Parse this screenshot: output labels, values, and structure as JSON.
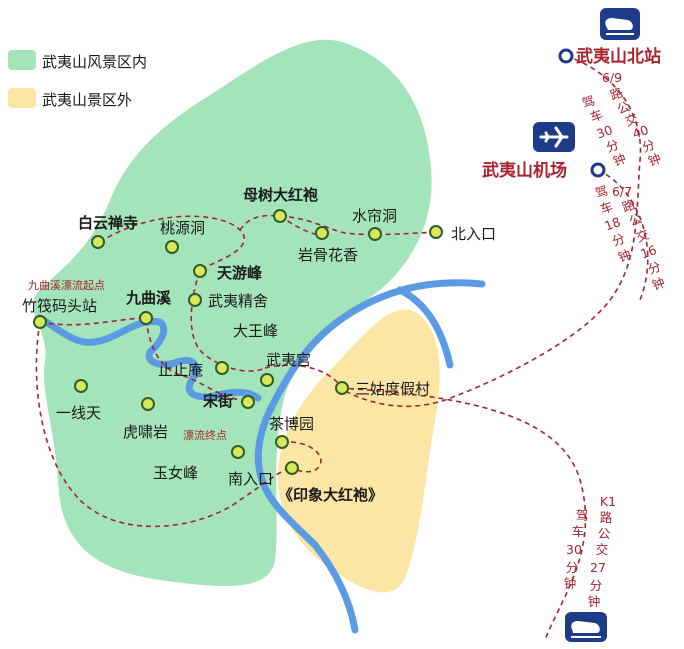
{
  "legend": {
    "inside": {
      "label": "武夷山风景区内",
      "color": "#a4e4bb"
    },
    "outside": {
      "label": "武夷山景区外",
      "color": "#fbe6a6"
    }
  },
  "colors": {
    "river": "#5b9be3",
    "route": "#a8232b",
    "stop_fill": "#d9e85a",
    "stop_ring": "#2f5e2a",
    "hub_ring": "#1e3b8a",
    "icon_bg": "#1e3b8a"
  },
  "hubs": {
    "north_station": "武夷山北站",
    "airport": "武夷山机场"
  },
  "places": {
    "baiyun": "白云禅寺",
    "taoyuan": "桃源洞",
    "mushu": "母树大红袍",
    "shuilian": "水帘洞",
    "beirukou": "北入口",
    "yangu": "岩骨花香",
    "tianyou": "天游峰",
    "jiuqu_start": "九曲溪漂流起点",
    "zhufa": "竹筏码头站",
    "jiuquxi": "九曲溪",
    "wuyijingshe": "武夷精舍",
    "dawang": "大王峰",
    "zhizhi": "止止庵",
    "wuyigong": "武夷宫",
    "sangu": "三姑度假村",
    "yixiantian": "一线天",
    "songjie": "宋街",
    "huxiao": "虎啸岩",
    "piaoliu_end": "漂流终点",
    "chabo": "茶博园",
    "yunv": "玉女峰",
    "nanrukou": "南入口",
    "yinxiang": "《印象大红袍》"
  },
  "routes": {
    "north_station": [
      "6/9",
      "路",
      "公",
      "交",
      "40",
      "分",
      "钟",
      "驾",
      "车",
      "30",
      "分",
      "钟"
    ],
    "airport": [
      "6/7",
      "路",
      "公",
      "交",
      "16",
      "分",
      "钟",
      "驾",
      "车",
      "18",
      "分",
      "钟"
    ],
    "south_station": [
      "K1",
      "路",
      "公",
      "交",
      "27",
      "分",
      "钟",
      "驾",
      "车",
      "30",
      "分",
      "钟"
    ]
  },
  "icons": {
    "north_station_icon": "train-icon",
    "airport_icon": "airplane-icon",
    "south_station_icon": "train-icon"
  }
}
